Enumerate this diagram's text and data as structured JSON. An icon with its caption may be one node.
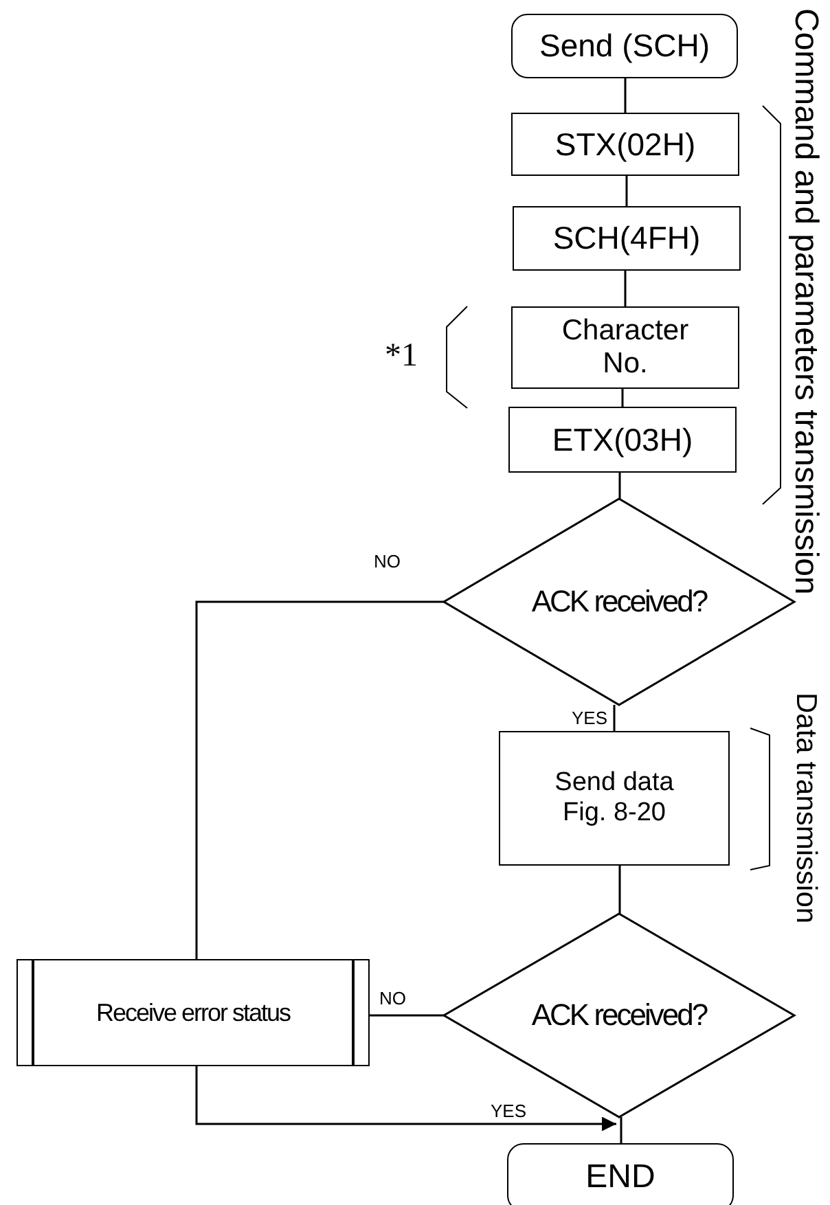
{
  "diagram": {
    "nodes": [
      {
        "text": [
          "Send (SCH)"
        ]
      },
      {
        "text": [
          "STX(02H)"
        ]
      },
      {
        "text": [
          "SCH(4FH)"
        ]
      },
      {
        "text": [
          "Character No."
        ]
      },
      {
        "text": [
          "ETX(03H)"
        ]
      },
      {
        "text": [
          "ACK received?"
        ]
      },
      {
        "text": [
          "Send data Fig. 8-20"
        ]
      },
      {
        "text": [
          "ACK received?"
        ]
      },
      {
        "text": [
          "Receive error status"
        ]
      },
      {
        "text": [
          "END"
        ]
      }
    ],
    "edges": [
      {
        "from": 0,
        "to": 1,
        "arrow": "none"
      },
      {
        "from": 1,
        "to": 2,
        "arrow": "none"
      },
      {
        "from": 2,
        "to": 3,
        "arrow": "none"
      },
      {
        "from": 3,
        "to": 4,
        "arrow": "none"
      },
      {
        "from": 4,
        "to": 5,
        "arrow": "none"
      },
      {
        "from": 5,
        "to": 8,
        "arrow": "none",
        "label": "NO"
      },
      {
        "from": 5,
        "to": 6,
        "arrow": "none",
        "label": "YES"
      },
      {
        "from": 6,
        "to": 7,
        "arrow": "none"
      },
      {
        "from": 7,
        "to": 8,
        "arrow": "none",
        "label": "NO"
      },
      {
        "from": 7,
        "to": 9,
        "arrow": "none"
      },
      {
        "from": 8,
        "to": 9,
        "arrow": "to",
        "label": "YES"
      }
    ],
    "labels": [
      "*1",
      "Command and parameters transmission",
      "Data transmission"
    ]
  }
}
